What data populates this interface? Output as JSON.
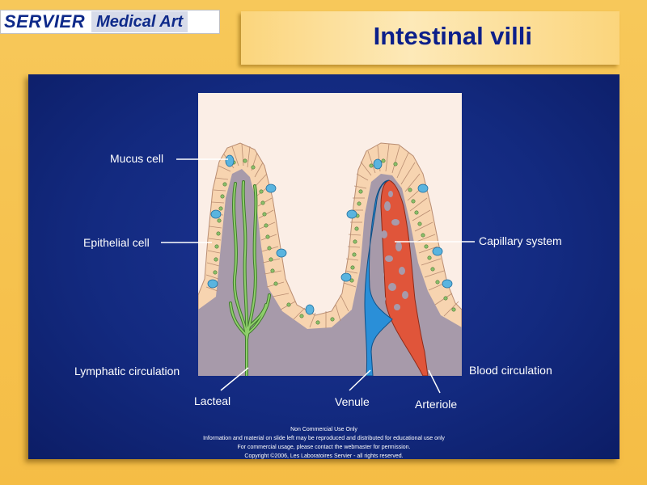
{
  "header": {
    "logo_brand": "SERVIER",
    "logo_sub": "Medical Art",
    "title": "Intestinal villi"
  },
  "labels": {
    "mucus_cell": "Mucus cell",
    "epithelial_cell": "Epithelial cell",
    "capillary_system": "Capillary system",
    "lymphatic_circulation": "Lymphatic circulation",
    "blood_circulation": "Blood circulation",
    "lacteal": "Lacteal",
    "venule": "Venule",
    "arteriole": "Arteriole"
  },
  "footer": {
    "line1": "Non Commercial  Use Only",
    "line2": "Information and material  on slide left may be reproduced and distributed  for educational use only",
    "line3": "For commercial  usage, please  contact the webmaster  for permission.",
    "line4": "Copyright ©2006,  Les  Laboratoires  Servier - all rights reserved."
  },
  "colors": {
    "frame": "#f5bd45",
    "panel": "#132a80",
    "title_text": "#0c1f8a",
    "lymph": "#6aa84f",
    "venule": "#2a8fd8",
    "arteriole": "#e0553a",
    "epithelium": "#f7d4b0",
    "mucus": "#5ab4df",
    "stroma": "#a79aaa"
  }
}
